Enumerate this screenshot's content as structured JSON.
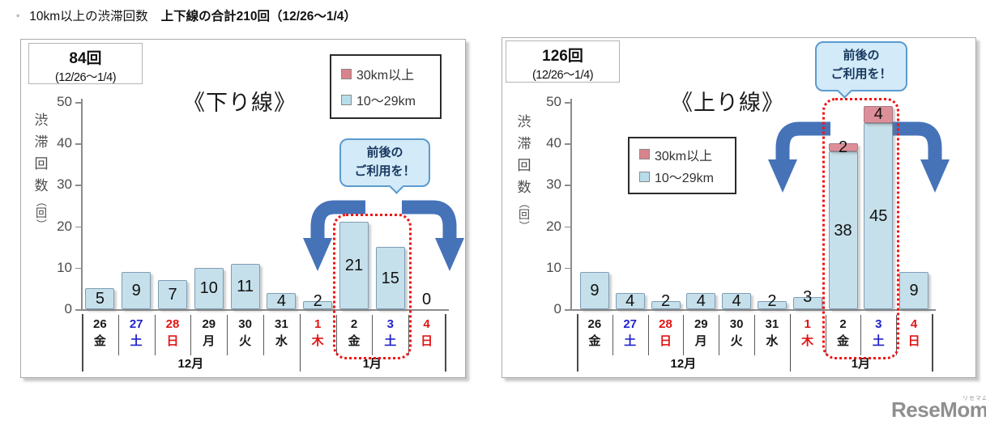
{
  "page_title": {
    "bullet": "◦",
    "prefix": "10km以上の渋滞回数",
    "emphasis": "上下線の合計210回（12/26～1/4）"
  },
  "watermark": {
    "text": "ReseMom.",
    "ruby": "リセマム"
  },
  "colors": {
    "bar_blue": "#c5e0eb",
    "bar_pink": "#dd8f99",
    "arrow_blue": "#4673b8",
    "highlight_red": "#f01414",
    "callout_fill": "#d3eaf8",
    "callout_border": "#5b9bd0",
    "weekday_black": "#1a1a1a",
    "weekday_blue": "#2222cc",
    "weekday_red": "#e01515"
  },
  "chart_data": [
    {
      "type": "bar",
      "stacked": true,
      "count_badge": {
        "total": "84回",
        "period": "(12/26～1/4)"
      },
      "title": "《下り線》",
      "ylabel": "渋滞回数（回）",
      "ylabel_chars": [
        "渋",
        "滞",
        "回",
        "数"
      ],
      "ylabel_unit": "回",
      "ylim": [
        0,
        50
      ],
      "yticks": [
        0,
        10,
        20,
        30,
        40,
        50
      ],
      "legend": [
        {
          "label": "30km以上",
          "color": "#d9838d"
        },
        {
          "label": "10～29km",
          "color": "#b9dcea"
        }
      ],
      "categories": [
        {
          "day": "26",
          "weekday": "金",
          "color": "#1a1a1a"
        },
        {
          "day": "27",
          "weekday": "土",
          "color": "#2222cc"
        },
        {
          "day": "28",
          "weekday": "日",
          "color": "#e01515"
        },
        {
          "day": "29",
          "weekday": "月",
          "color": "#1a1a1a"
        },
        {
          "day": "30",
          "weekday": "火",
          "color": "#1a1a1a"
        },
        {
          "day": "31",
          "weekday": "水",
          "color": "#1a1a1a"
        },
        {
          "day": "1",
          "weekday": "木",
          "color": "#e01515"
        },
        {
          "day": "2",
          "weekday": "金",
          "color": "#1a1a1a"
        },
        {
          "day": "3",
          "weekday": "土",
          "color": "#2222cc"
        },
        {
          "day": "4",
          "weekday": "日",
          "color": "#e01515"
        }
      ],
      "month_groups": [
        {
          "label": "12月",
          "span": 6
        },
        {
          "label": "1月",
          "span": 4
        }
      ],
      "series": [
        {
          "name": "10～29km",
          "color": "#c5e0eb",
          "values": [
            5,
            9,
            7,
            10,
            11,
            4,
            2,
            21,
            15,
            0
          ]
        },
        {
          "name": "30km以上",
          "color": "#dd8f99",
          "values": [
            0,
            0,
            0,
            0,
            0,
            0,
            0,
            0,
            0,
            0
          ]
        }
      ],
      "highlight_range": [
        7,
        8
      ],
      "callout": {
        "line1": "前後の",
        "line2": "ご利用を！"
      }
    },
    {
      "type": "bar",
      "stacked": true,
      "count_badge": {
        "total": "126回",
        "period": "(12/26～1/4)"
      },
      "title": "《上り線》",
      "ylabel": "渋滞回数（回）",
      "ylabel_chars": [
        "渋",
        "滞",
        "回",
        "数"
      ],
      "ylabel_unit": "回",
      "ylim": [
        0,
        50
      ],
      "yticks": [
        0,
        10,
        20,
        30,
        40,
        50
      ],
      "legend": [
        {
          "label": "30km以上",
          "color": "#d9838d"
        },
        {
          "label": "10～29km",
          "color": "#b9dcea"
        }
      ],
      "categories": [
        {
          "day": "26",
          "weekday": "金",
          "color": "#1a1a1a"
        },
        {
          "day": "27",
          "weekday": "土",
          "color": "#2222cc"
        },
        {
          "day": "28",
          "weekday": "日",
          "color": "#e01515"
        },
        {
          "day": "29",
          "weekday": "月",
          "color": "#1a1a1a"
        },
        {
          "day": "30",
          "weekday": "火",
          "color": "#1a1a1a"
        },
        {
          "day": "31",
          "weekday": "水",
          "color": "#1a1a1a"
        },
        {
          "day": "1",
          "weekday": "木",
          "color": "#e01515"
        },
        {
          "day": "2",
          "weekday": "金",
          "color": "#1a1a1a"
        },
        {
          "day": "3",
          "weekday": "土",
          "color": "#2222cc"
        },
        {
          "day": "4",
          "weekday": "日",
          "color": "#e01515"
        }
      ],
      "month_groups": [
        {
          "label": "12月",
          "span": 6
        },
        {
          "label": "1月",
          "span": 4
        }
      ],
      "series": [
        {
          "name": "10～29km",
          "color": "#c5e0eb",
          "values": [
            9,
            4,
            2,
            4,
            4,
            2,
            3,
            38,
            45,
            9
          ]
        },
        {
          "name": "30km以上",
          "color": "#dd8f99",
          "values": [
            0,
            0,
            0,
            0,
            0,
            0,
            0,
            2,
            4,
            0
          ]
        }
      ],
      "highlight_range": [
        7,
        8
      ],
      "callout": {
        "line1": "前後の",
        "line2": "ご利用を！"
      }
    }
  ]
}
